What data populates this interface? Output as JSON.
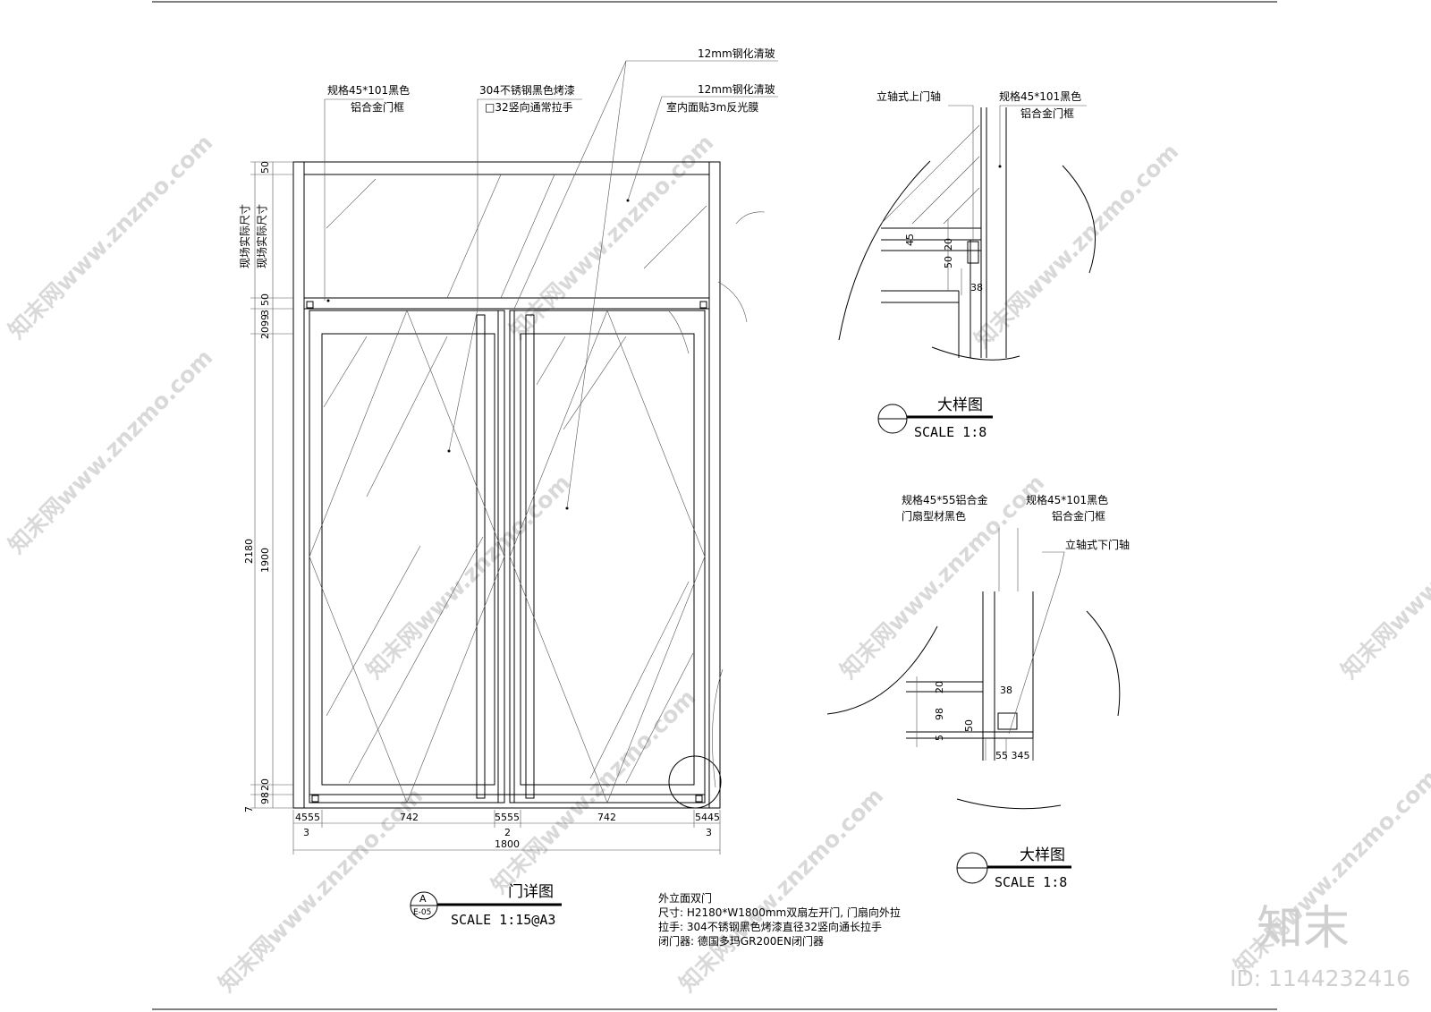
{
  "main_drawing": {
    "title": "门详图",
    "ref_letter": "A",
    "ref_sheet": "E-05",
    "scale": "SCALE 1:15@A3",
    "callouts": {
      "frame_spec": "规格45*101黑色",
      "frame_material": "铝合金门框",
      "handle_spec": "304不锈钢黑色烤漆",
      "handle_desc": "□32竖向通常拉手",
      "glass_top": "12mm钢化清玻",
      "glass_leaf": "12mm钢化清玻",
      "glass_film": "室内面贴3m反光膜"
    },
    "side_labels": {
      "site_size_1": "现场实际尺寸",
      "site_size_2": "现场实际尺寸"
    },
    "dims_vertical_outer": {
      "total": "2180",
      "d_50": "50",
      "d_3": "3",
      "d_2099": "2099",
      "d_7": "7",
      "d_98b": "98"
    },
    "dims_vertical_inner": {
      "d_50": "50",
      "d_1900": "1900",
      "d_20": "20"
    },
    "dims_horizontal": {
      "left": "4555",
      "leaf1": "742",
      "mid": "5555",
      "leaf2": "742",
      "right": "5445",
      "gap_l": "3",
      "gap_m": "2",
      "gap_r": "3",
      "total": "1800"
    }
  },
  "detail_top": {
    "title": "大样图",
    "scale": "SCALE 1:8",
    "label_axis": "立轴式上门轴",
    "label_frame_spec": "规格45*101黑色",
    "label_frame_mat": "铝合金门框",
    "dims": {
      "d45": "45",
      "d20": "20",
      "d50": "50",
      "d38": "38"
    }
  },
  "detail_bottom": {
    "title": "大样图",
    "scale": "SCALE 1:8",
    "label_leaf_spec": "规格45*55铝合金",
    "label_leaf_mat": "门扇型材黑色",
    "label_frame_spec": "规格45*101黑色",
    "label_frame_mat": "铝合金门框",
    "label_axis": "立轴式下门轴",
    "dims": {
      "d20": "20",
      "d38": "38",
      "d98": "98",
      "d50": "50",
      "d5": "5",
      "d55345": "55 345"
    }
  },
  "notes": [
    "外立面双门",
    "尺寸: H2180*W1800mm双扇左开门, 门扇向外拉",
    "拉手: 304不锈钢黑色烤漆直径32竖向通长拉手",
    "闭门器: 德国多玛GR200EN闭门器"
  ],
  "brand": {
    "logo_text": "知末",
    "id_text": "ID: 1144232416",
    "watermark": "知末网www.znzmo.com"
  }
}
